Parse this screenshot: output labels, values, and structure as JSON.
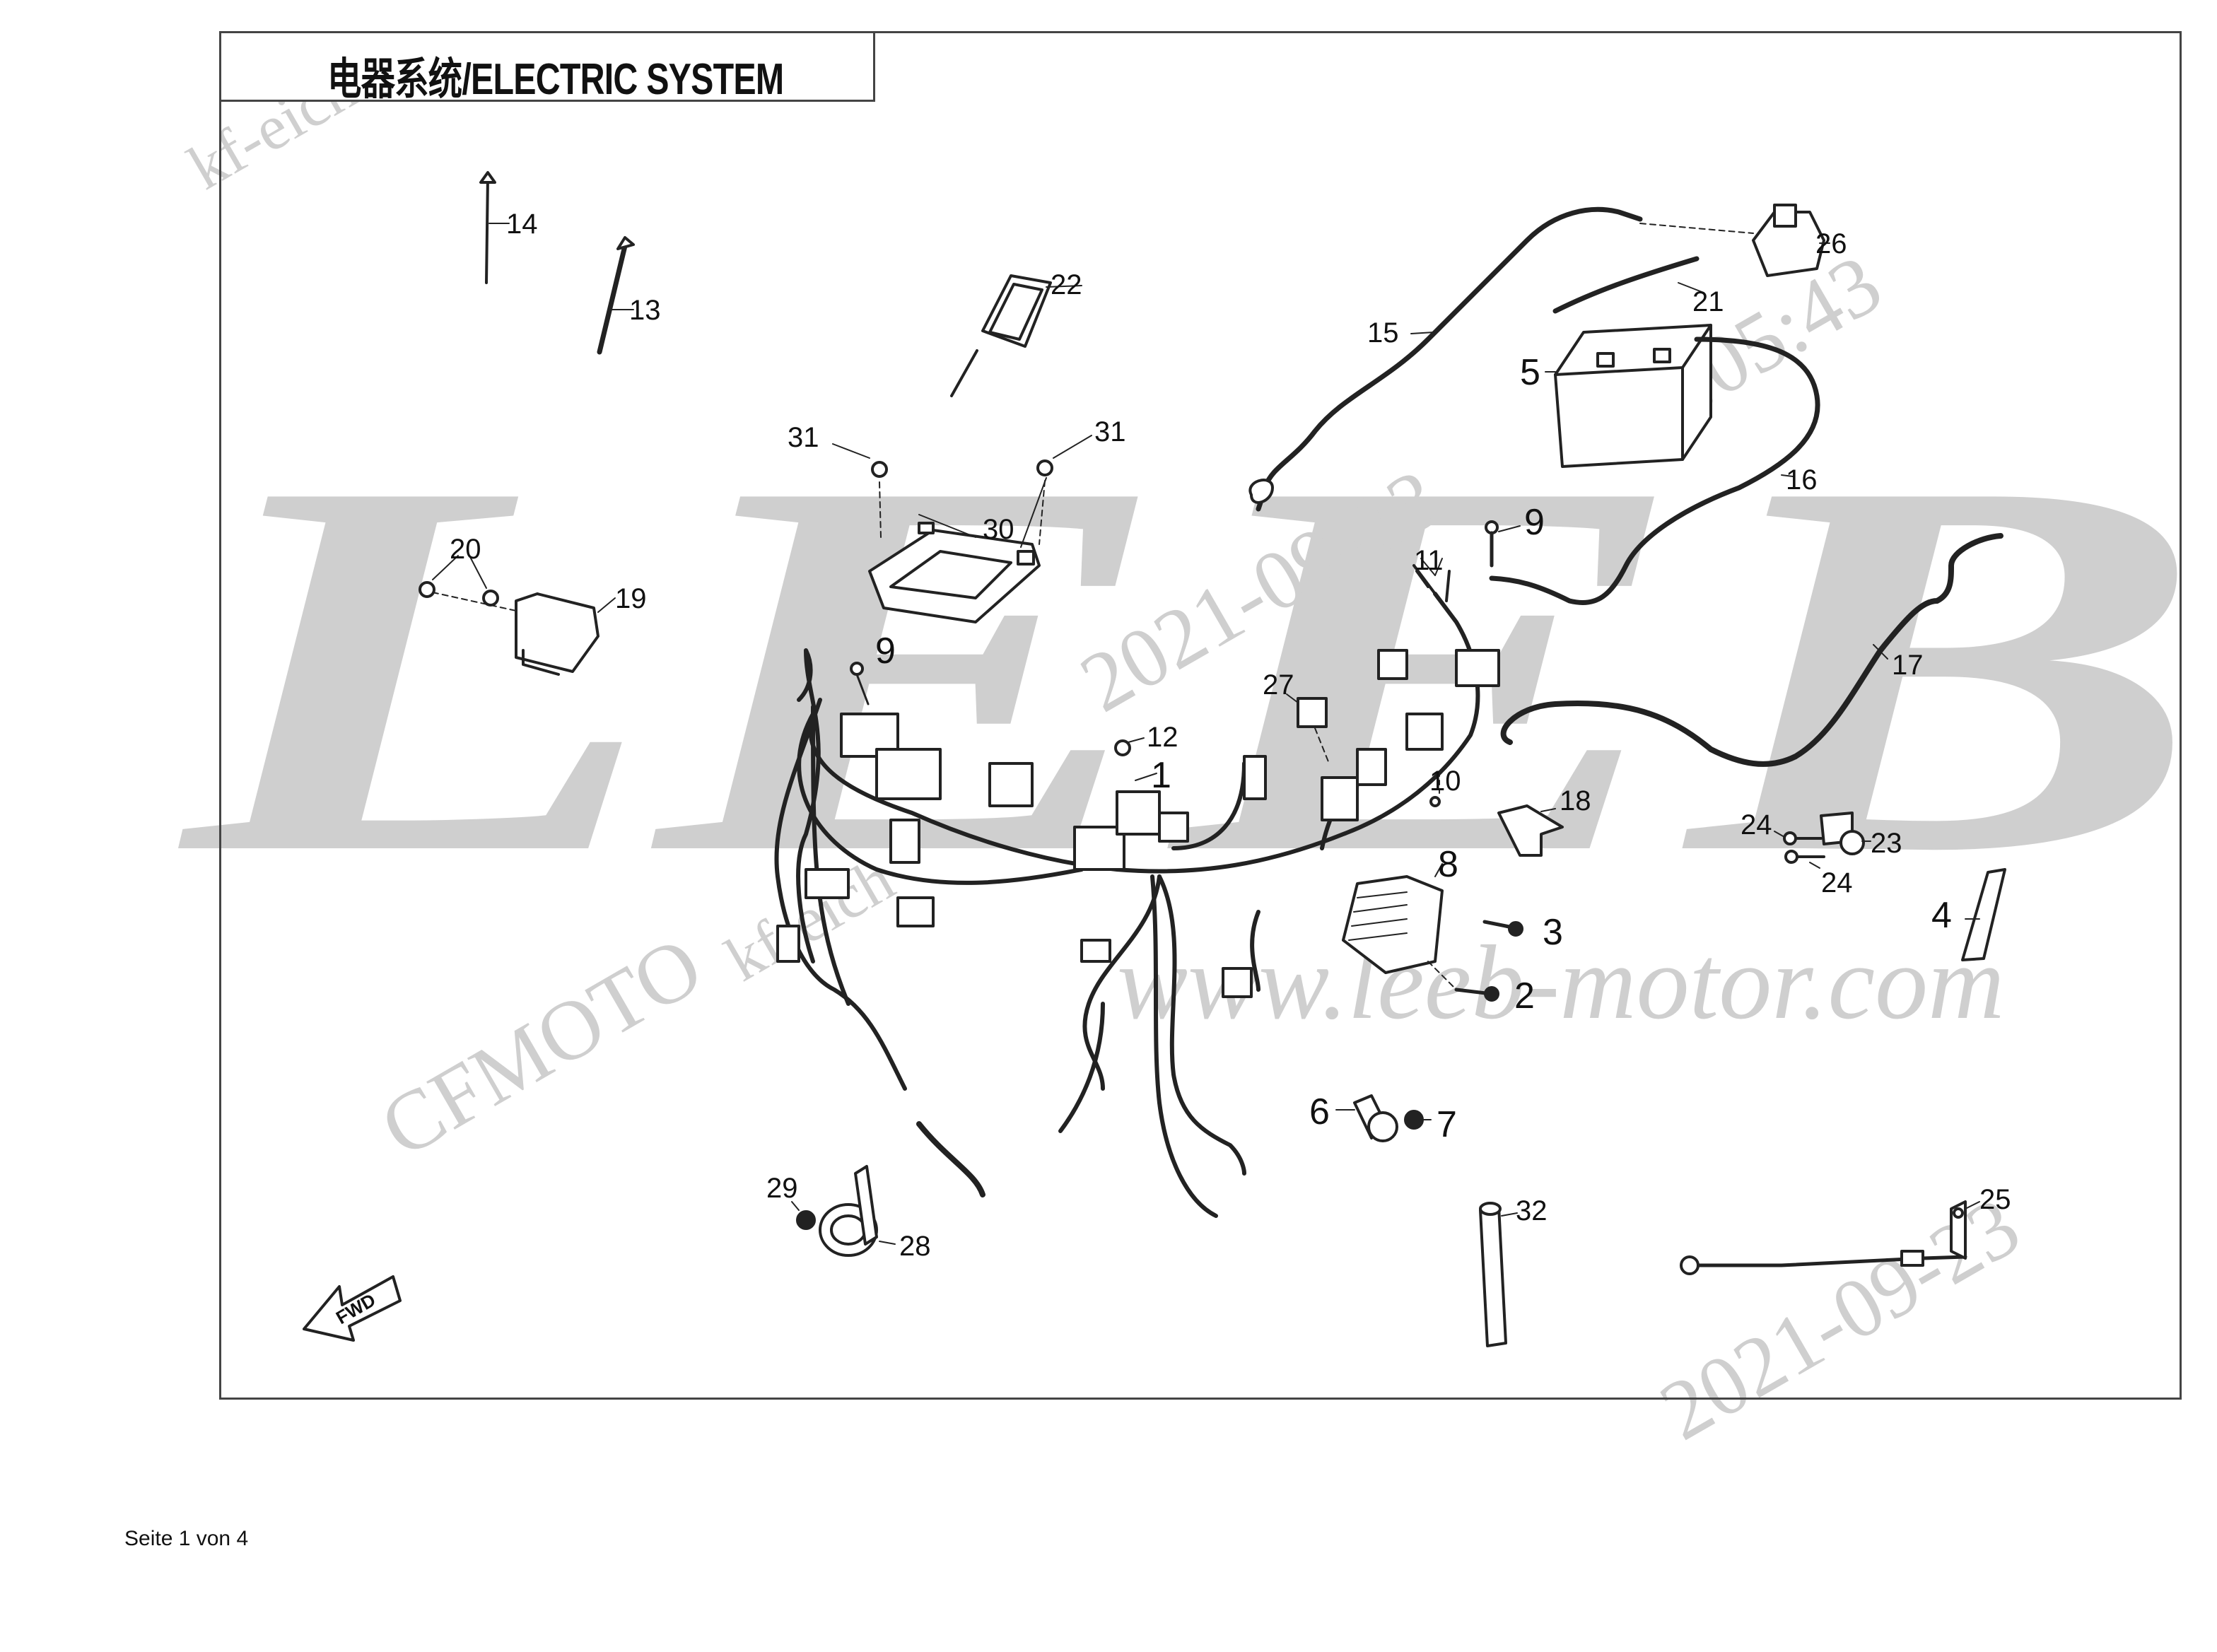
{
  "title": "电器系统/ELECTRIC SYSTEM",
  "footer": "Seite 1 von 4",
  "fwd_label": "FWD",
  "watermarks": {
    "logo": "LEEB",
    "brand": "CFMOTO",
    "website": "www.leeb-motor.com",
    "date_1": "2021-09-23",
    "date_2": "2021-09-23",
    "time": "10:05:43",
    "user_1": "kf-eich",
    "user_2": "kf-eich"
  },
  "callouts": {
    "p1": "1",
    "p2": "2",
    "p3": "3",
    "p4": "4",
    "p5": "5",
    "p6": "6",
    "p7": "7",
    "p8": "8",
    "p9a": "9",
    "p9b": "9",
    "p10": "10",
    "p11": "11",
    "p12": "12",
    "p13": "13",
    "p14": "14",
    "p15": "15",
    "p16": "16",
    "p17": "17",
    "p18": "18",
    "p19": "19",
    "p20": "20",
    "p21": "21",
    "p22": "22",
    "p23": "23",
    "p24a": "24",
    "p24b": "24",
    "p25": "25",
    "p26": "26",
    "p27": "27",
    "p28": "28",
    "p29": "29",
    "p30": "30",
    "p31a": "31",
    "p31b": "31",
    "p32": "32"
  },
  "colors": {
    "line": "#222222",
    "frame": "#444444",
    "watermark": "#d0d0d0"
  }
}
